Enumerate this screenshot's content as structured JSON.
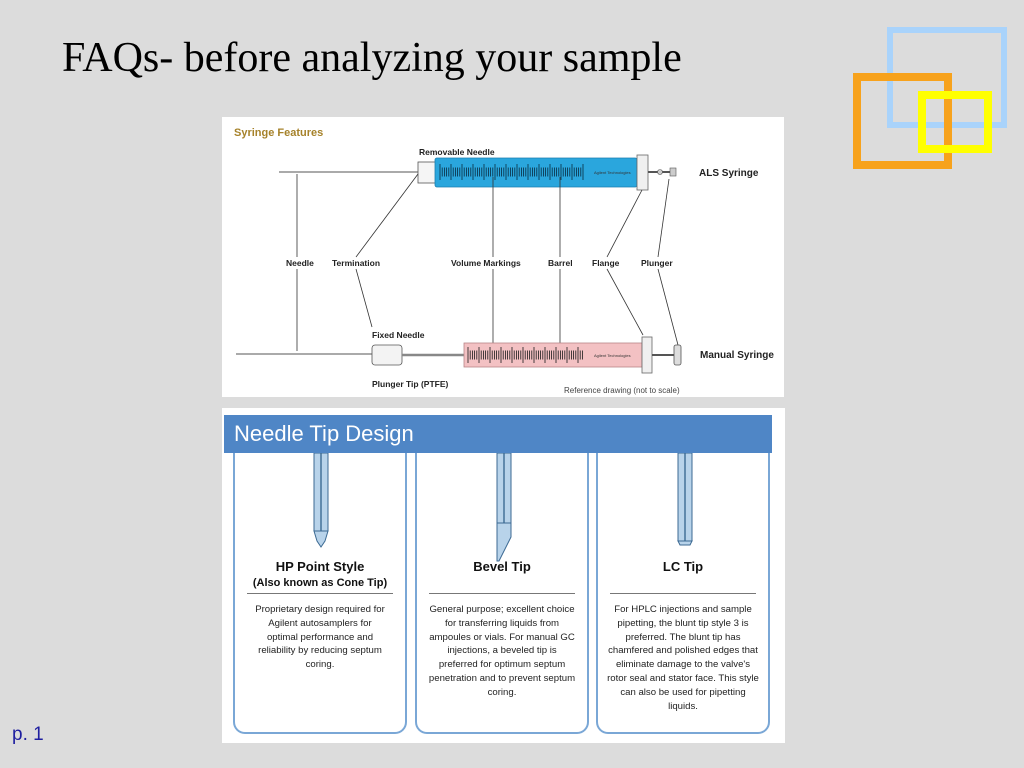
{
  "slide": {
    "title": "FAQs- before analyzing your sample",
    "page_label": "p. 1"
  },
  "syringe_features": {
    "title": "Syringe Features",
    "labels": {
      "removable_needle": "Removable Needle",
      "als_syringe": "ALS Syringe",
      "needle": "Needle",
      "termination": "Termination",
      "volume_markings": "Volume Markings",
      "barrel": "Barrel",
      "flange": "Flange",
      "plunger": "Plunger",
      "fixed_needle": "Fixed Needle",
      "manual_syringe": "Manual Syringe",
      "plunger_tip": "Plunger Tip (PTFE)",
      "reference_note": "Reference drawing (not to scale)",
      "brand": "Agilent Technologies"
    },
    "colors": {
      "als_barrel": "#2aa6dd",
      "manual_barrel": "#f3c1c3"
    }
  },
  "needle_tip_design": {
    "title": "Needle Tip Design",
    "header_color": "#4f86c6",
    "tips": [
      {
        "name": "HP Point Style",
        "aka": "(Also known as Cone Tip)",
        "description": "Proprietary design required for Agilent autosamplers for optimal performance and reliability by reducing septum coring."
      },
      {
        "name": "Bevel Tip",
        "aka": "",
        "description": "General purpose; excellent choice for transferring liquids from ampoules or vials. For manual GC injections, a beveled tip is preferred for optimum septum penetration and to prevent septum coring."
      },
      {
        "name": "LC Tip",
        "aka": "",
        "description": "For HPLC injections and sample pipetting, the blunt tip style 3 is preferred. The blunt tip has chamfered and polished edges that eliminate damage to the valve's rotor seal and stator face. This style can also be used for pipetting liquids."
      }
    ]
  },
  "decoration": {
    "colors": [
      "#a9d3fb",
      "#f7a21c",
      "#ffff00"
    ]
  }
}
